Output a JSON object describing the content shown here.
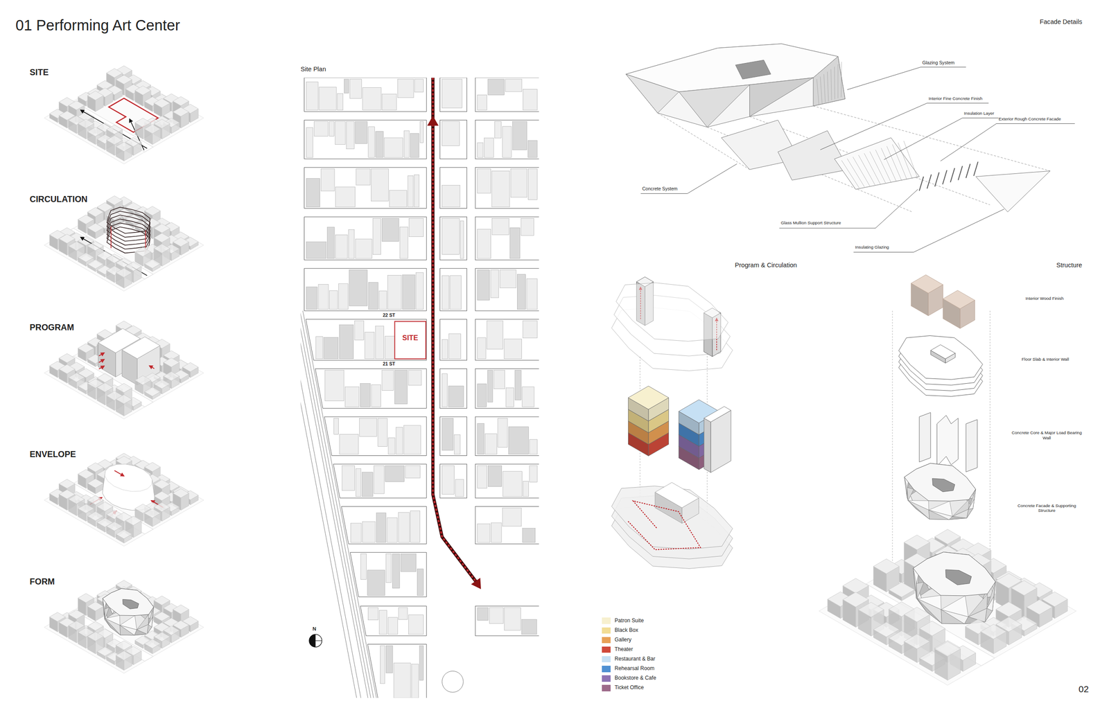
{
  "diagram": {
    "title": "01 Performing Art Center",
    "labels": [
      "Facade Details",
      "SITE",
      "CIRCULATION",
      "PROGRAM",
      "ENVELOPE",
      "FORM",
      "Site Plan",
      "22 ST",
      "21 ST",
      "SITE",
      "N",
      "Glazing System",
      "Interior Fine Concrete Finish",
      "Insulation Layer",
      "Exterior Rough Concrete Facade",
      "Concrete System",
      "Glass Mullion Support Structure",
      "Insulating Glazing",
      "Program & Circulation",
      "Structure",
      "Interior Wood Finish",
      "Floor Slab & Interior Wall",
      "Concrete Core & Major Load Bearing Wall",
      "Concrete Facade & Supporting Structure",
      "02"
    ],
    "legend": [
      {
        "text": "Patron Suite",
        "color": "#f7f0cf"
      },
      {
        "text": "Black Box",
        "color": "#f2dd95"
      },
      {
        "text": "Gallery",
        "color": "#e8a056"
      },
      {
        "text": "Theater",
        "color": "#d04a3b"
      },
      {
        "text": "Restaurant & Bar",
        "color": "#c6e0f4"
      },
      {
        "text": "Rehearsal Room",
        "color": "#4f90d2"
      },
      {
        "text": "Bookstore & Cafe",
        "color": "#8e73b3"
      },
      {
        "text": "Ticket Office",
        "color": "#9d6a8a"
      }
    ]
  }
}
